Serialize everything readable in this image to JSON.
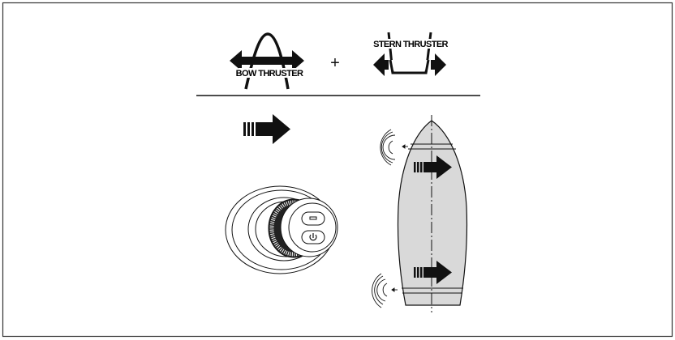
{
  "diagram": {
    "bow_label": "BOW THRUSTER",
    "stern_label": "STERN THRUSTER",
    "plus_sign": "+",
    "direction": "right",
    "colors": {
      "hull": "#d9d9d9",
      "ink": "#111111",
      "frame": "#333333"
    }
  }
}
